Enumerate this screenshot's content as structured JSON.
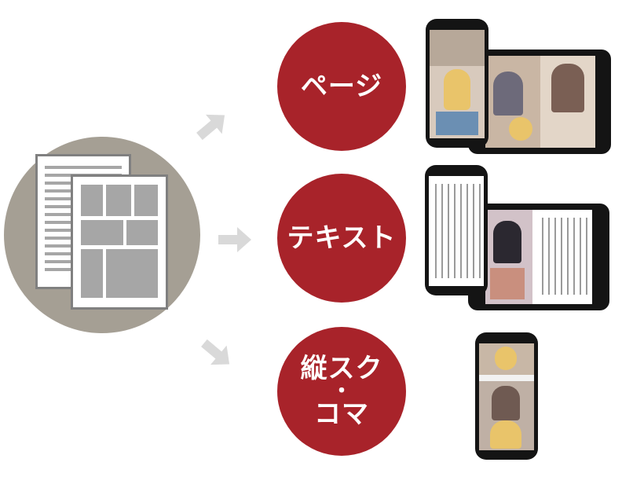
{
  "modes": {
    "page": "ページ",
    "text": "テキスト",
    "vertical_line1": "縦スク",
    "vertical_dot": "・",
    "vertical_line2": "コマ"
  },
  "colors": {
    "mode_circle": "#a8232a",
    "source_circle": "#a59f94",
    "arrow": "#d9d9d9",
    "document_border": "#808080",
    "placeholder_gray": "#a6a6a6"
  },
  "icons": {
    "source": "document-pages-icon",
    "arrow": "arrow-right-icon",
    "devices": "phone-tablet-icon"
  }
}
